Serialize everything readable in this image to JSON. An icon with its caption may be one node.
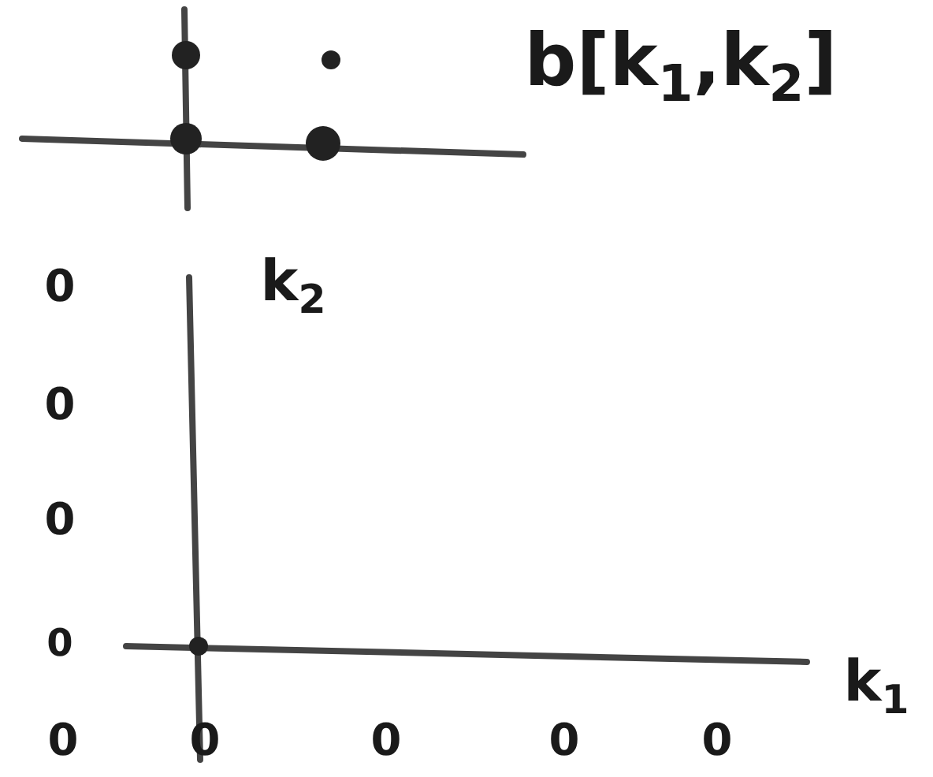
{
  "diagram": {
    "labels": [
      "b[k$_{1}$,k$_{2}$]",
      "0",
      "k$_{2}$",
      "0",
      "0",
      "0",
      "k$_{1}$",
      "0",
      "0",
      "0",
      "0",
      "0"
    ]
  }
}
